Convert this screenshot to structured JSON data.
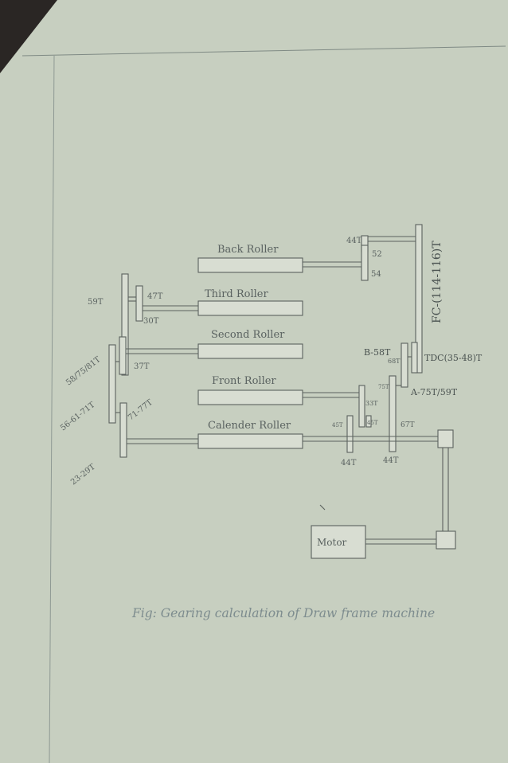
{
  "rollers": {
    "back": "Back Roller",
    "third": "Third Roller",
    "second": "Second Roller",
    "front": "Front Roller",
    "calender": "Calender Roller"
  },
  "gears": {
    "g59t": "59T",
    "g47t": "47T",
    "g30t": "30T",
    "g37t": "37T",
    "g58_75_81": "58/75/81T",
    "g56_61_71": "56-61-71T",
    "g71_77": "71-77T",
    "g23_29": "23-29T",
    "g44t_top": "44T",
    "g52": "52",
    "g54": "54",
    "fc": "FC-(114-116)T",
    "b_gear": "B-58T",
    "b_sub": "68T",
    "tdc": "TDC(35-48)T",
    "g75t_small": "75T",
    "a_gear": "A-75T/59T",
    "g33t": "33T",
    "g45t_a": "45T",
    "g45t_b": "45T",
    "g67t": "67T",
    "g44t_l": "44T",
    "g44t_r": "44T"
  },
  "motor": "Motor",
  "caption": "Fig: Gearing calculation of Draw frame machine",
  "colors": {
    "paper": "#c7cfc0",
    "ink": "#5b625e",
    "corner": "#2a2624"
  }
}
